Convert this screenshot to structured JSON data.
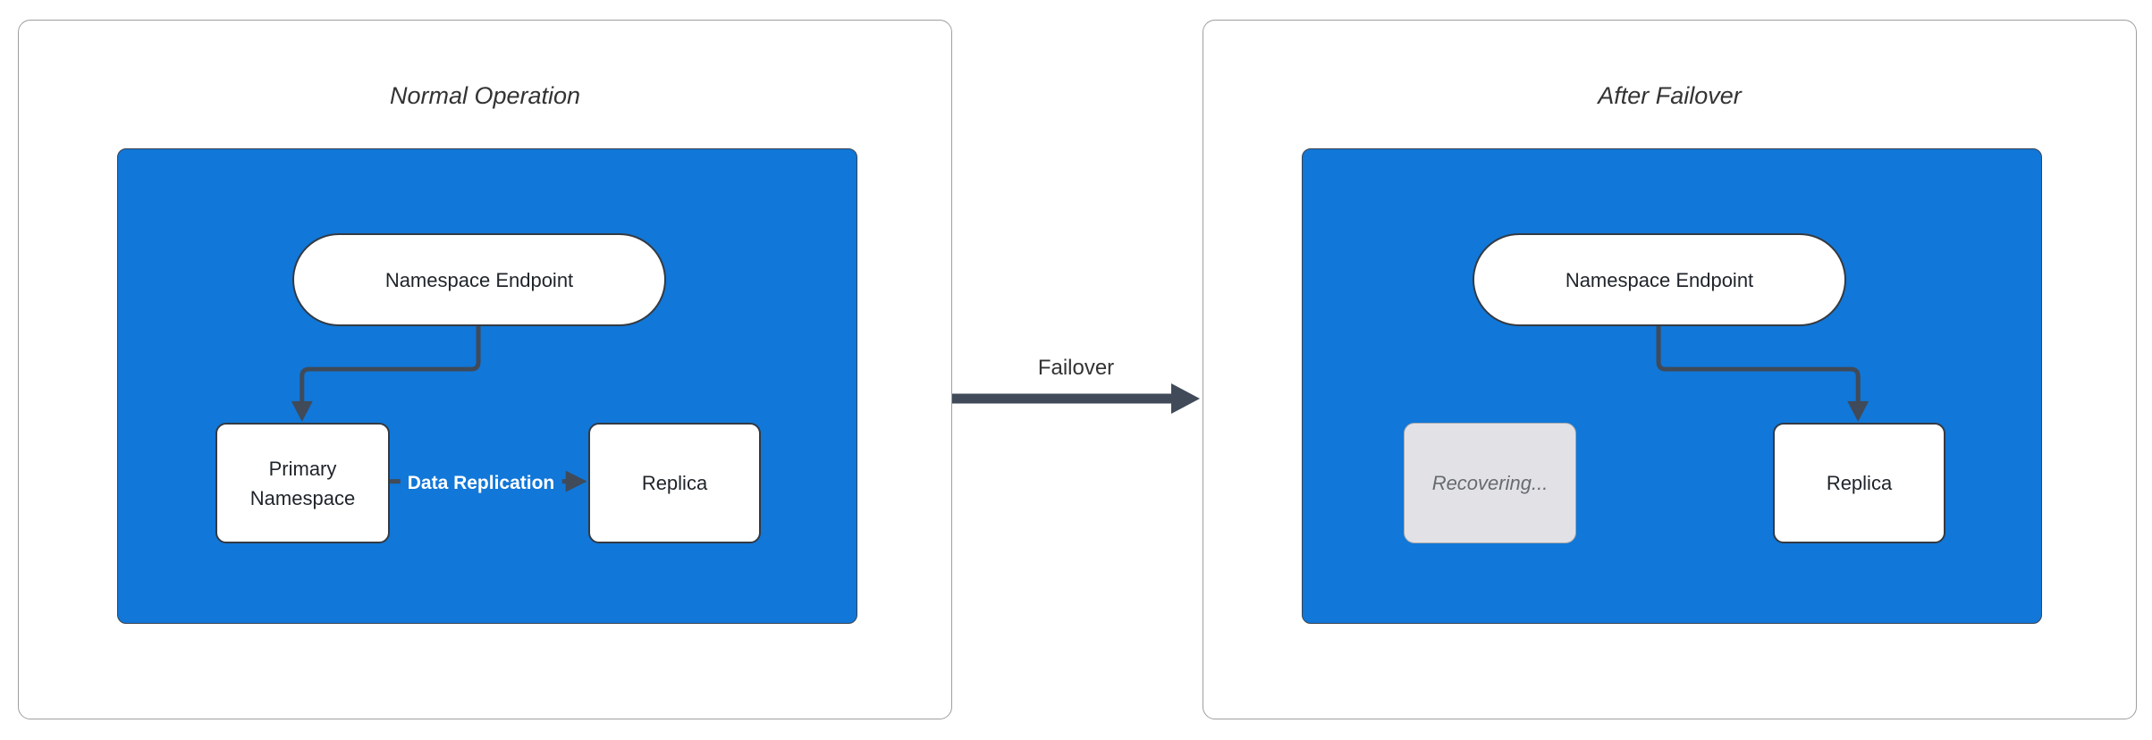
{
  "left_panel": {
    "title": "Normal Operation",
    "endpoint_label": "Namespace Endpoint",
    "primary_label": "Primary Namespace",
    "replica_label": "Replica",
    "replication_edge_label": "Data Replication"
  },
  "failover": {
    "label": "Failover"
  },
  "right_panel": {
    "title": "After Failover",
    "endpoint_label": "Namespace Endpoint",
    "recovering_label": "Recovering...",
    "replica_label": "Replica"
  },
  "colors": {
    "container_fill": "#1177d8",
    "container_border": "#3a4350",
    "node_fill": "#ffffff",
    "node_border": "#333a42",
    "node_text": "#1f242a",
    "recovering_fill": "#e2e2e6",
    "recovering_border": "#a6a9ad",
    "recovering_text": "#666b70",
    "edge_stroke": "#404a58",
    "edge_label_text": "#ffffff",
    "title_text": "#333333",
    "panel_border": "#9e9e9e",
    "canvas_background": "#ffffff"
  }
}
